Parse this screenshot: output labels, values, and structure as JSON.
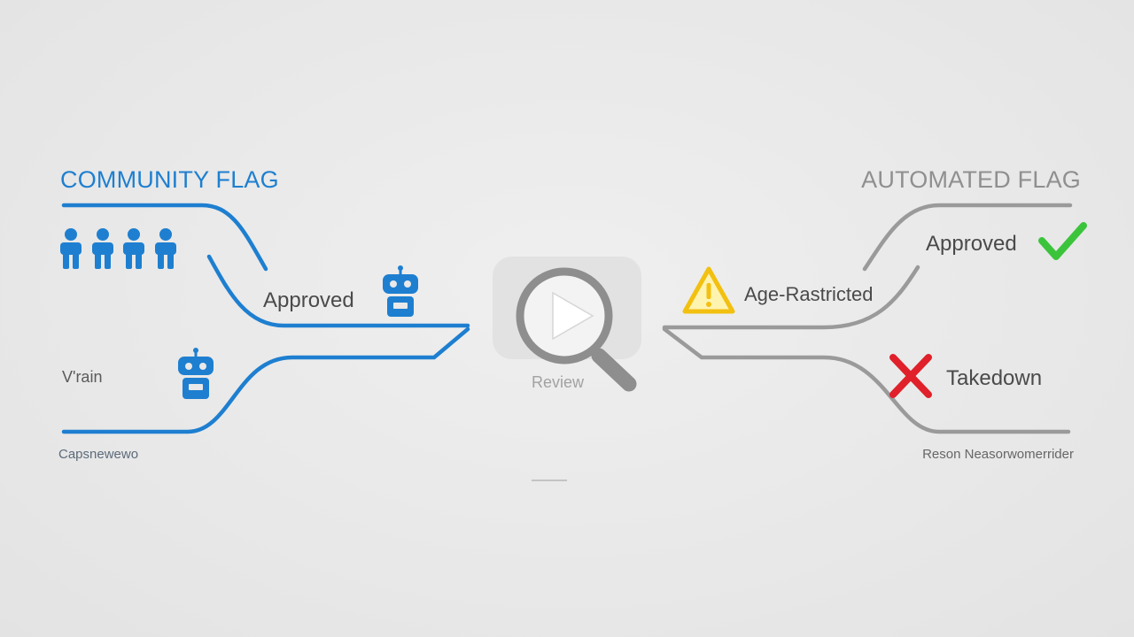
{
  "left": {
    "heading": "COMMUNITY FLAG",
    "approved_label": "Approved",
    "v_label": "V'rain",
    "bottom_label": "Capsnewewo"
  },
  "center": {
    "review_label": "Review"
  },
  "right": {
    "heading": "AUTOMATED FLAG",
    "approved_label": "Approved",
    "age_label": "Age-Rastricted",
    "takedown_label": "Takedown",
    "bottom_label": "Reson Neasorwomerrider"
  },
  "colors": {
    "left_accent": "#1e7fd0",
    "right_neutral": "#9a9a9a",
    "approved_green": "#3bc43b",
    "warning_yellow": "#f2c010",
    "takedown_red": "#e0202a"
  },
  "icons": {
    "people": "person-icon",
    "robot": "robot-icon",
    "center": "magnifier-play-icon",
    "check": "checkmark-icon",
    "warning": "warning-icon",
    "cross": "cross-icon"
  }
}
